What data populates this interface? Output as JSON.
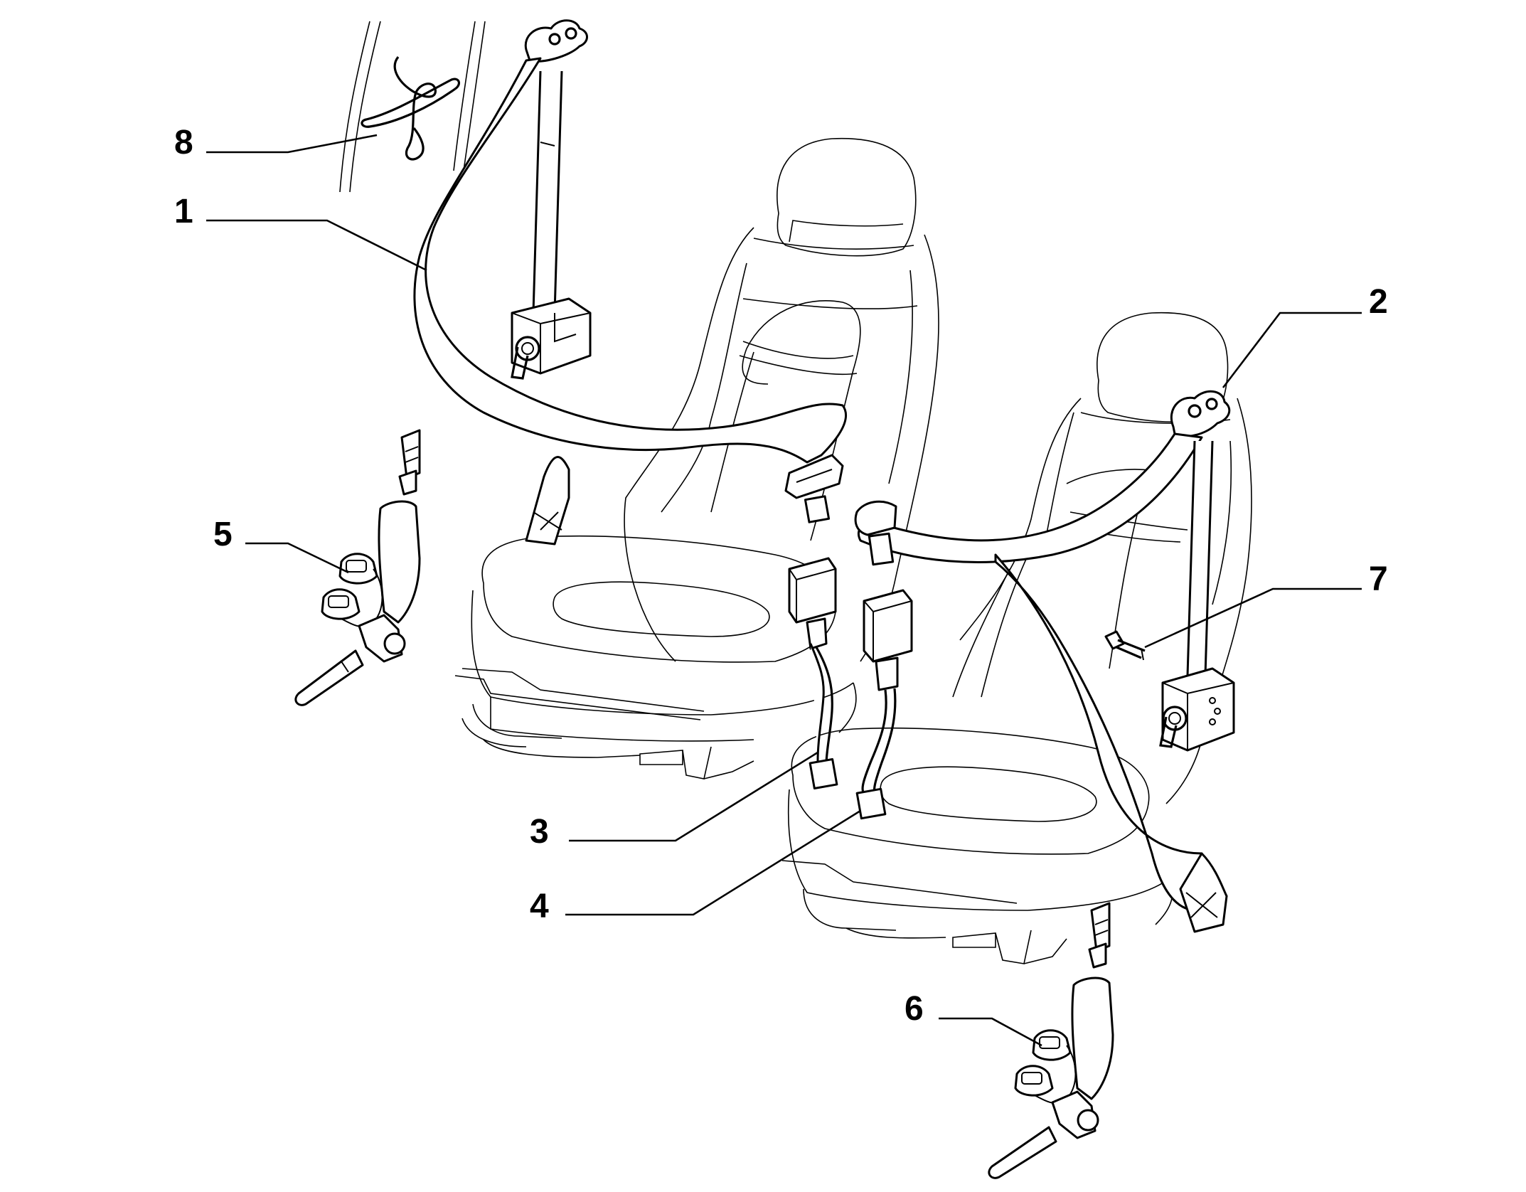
{
  "diagram": {
    "callouts": [
      {
        "id": "8",
        "label": "8"
      },
      {
        "id": "1",
        "label": "1"
      },
      {
        "id": "2",
        "label": "2"
      },
      {
        "id": "5",
        "label": "5"
      },
      {
        "id": "7",
        "label": "7"
      },
      {
        "id": "3",
        "label": "3"
      },
      {
        "id": "4",
        "label": "4"
      },
      {
        "id": "6",
        "label": "6"
      }
    ]
  }
}
